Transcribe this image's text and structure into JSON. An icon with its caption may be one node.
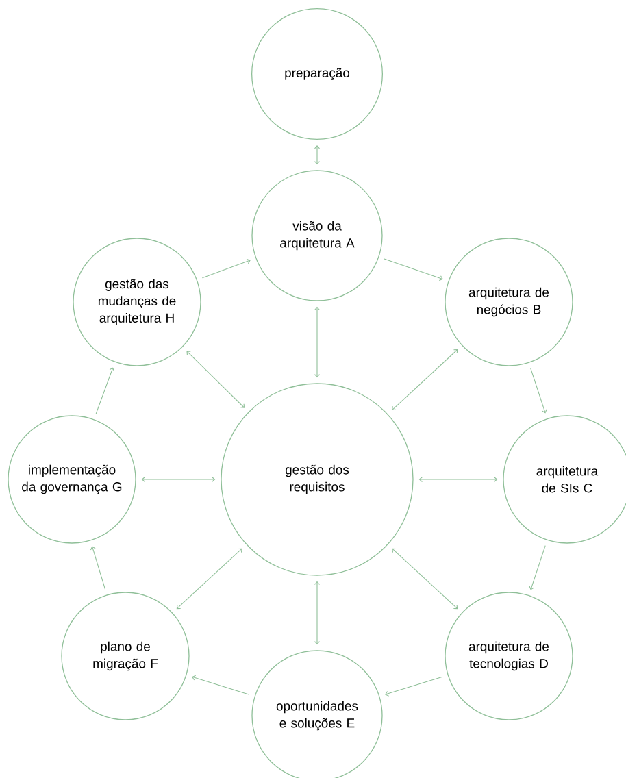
{
  "diagram": {
    "nodes": [
      {
        "text": [
          "preparação"
        ]
      },
      {
        "text": [
          "visão da arquitetura A"
        ]
      },
      {
        "text": [
          "arquitetura de negócios B"
        ]
      },
      {
        "text": [
          "arquitetura de SIs C"
        ]
      },
      {
        "text": [
          "arquitetura de tecnologias D"
        ]
      },
      {
        "text": [
          "oportunidades e soluções E"
        ]
      },
      {
        "text": [
          "plano de migração F"
        ]
      },
      {
        "text": [
          "implementação da governança G"
        ]
      },
      {
        "text": [
          "gestão das mudanças de arquitetura H"
        ]
      },
      {
        "text": [
          "gestão dos requisitos"
        ]
      }
    ],
    "edges": [
      {
        "from": 0,
        "to": 1,
        "arrow": "both"
      },
      {
        "from": 1,
        "to": 2,
        "arrow": "to"
      },
      {
        "from": 2,
        "to": 3,
        "arrow": "to"
      },
      {
        "from": 3,
        "to": 4,
        "arrow": "to"
      },
      {
        "from": 4,
        "to": 5,
        "arrow": "to"
      },
      {
        "from": 5,
        "to": 6,
        "arrow": "to"
      },
      {
        "from": 6,
        "to": 7,
        "arrow": "to"
      },
      {
        "from": 7,
        "to": 8,
        "arrow": "to"
      },
      {
        "from": 8,
        "to": 1,
        "arrow": "to"
      },
      {
        "from": 9,
        "to": 1,
        "arrow": "both"
      },
      {
        "from": 9,
        "to": 2,
        "arrow": "both"
      },
      {
        "from": 9,
        "to": 3,
        "arrow": "both"
      },
      {
        "from": 9,
        "to": 4,
        "arrow": "both"
      },
      {
        "from": 9,
        "to": 5,
        "arrow": "both"
      },
      {
        "from": 9,
        "to": 6,
        "arrow": "both"
      },
      {
        "from": 9,
        "to": 7,
        "arrow": "both"
      },
      {
        "from": 9,
        "to": 8,
        "arrow": "both"
      }
    ]
  }
}
